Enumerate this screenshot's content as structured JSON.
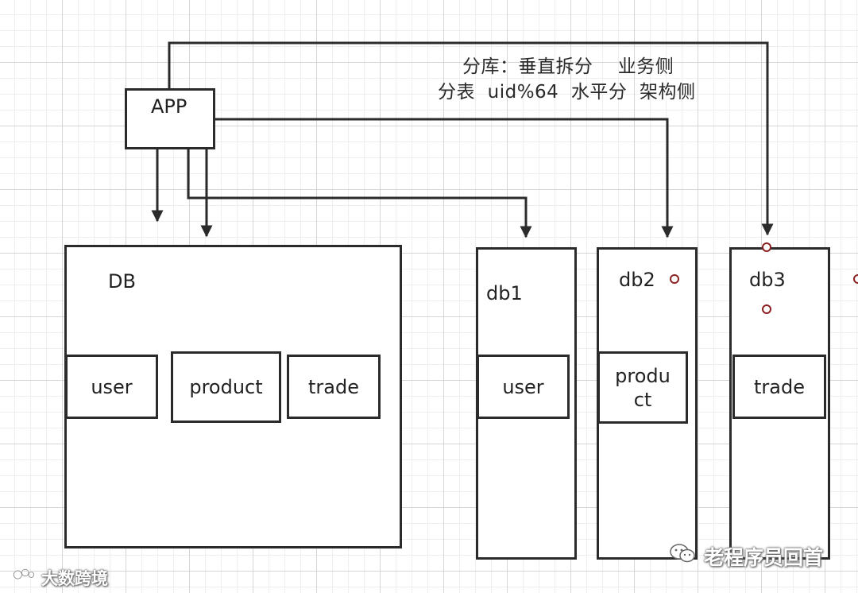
{
  "notes": {
    "line1": "分库：垂直拆分    业务侧",
    "line2": "分表  uid%64  水平分  架构侧"
  },
  "app": {
    "label": "APP"
  },
  "db_main": {
    "label": "DB",
    "tables": [
      "user",
      "product",
      "trade"
    ]
  },
  "db1": {
    "label": "db1",
    "table": "user"
  },
  "db2": {
    "label": "db2",
    "table_line1": "produ",
    "table_line2": "ct"
  },
  "db3": {
    "label": "db3",
    "table": "trade"
  },
  "watermarks": {
    "right": "老程序员回首",
    "left": "大数跨境"
  },
  "colors": {
    "stroke": "#2b2b2b",
    "marker": "#8a2020",
    "grid": "#d6d6d6"
  }
}
